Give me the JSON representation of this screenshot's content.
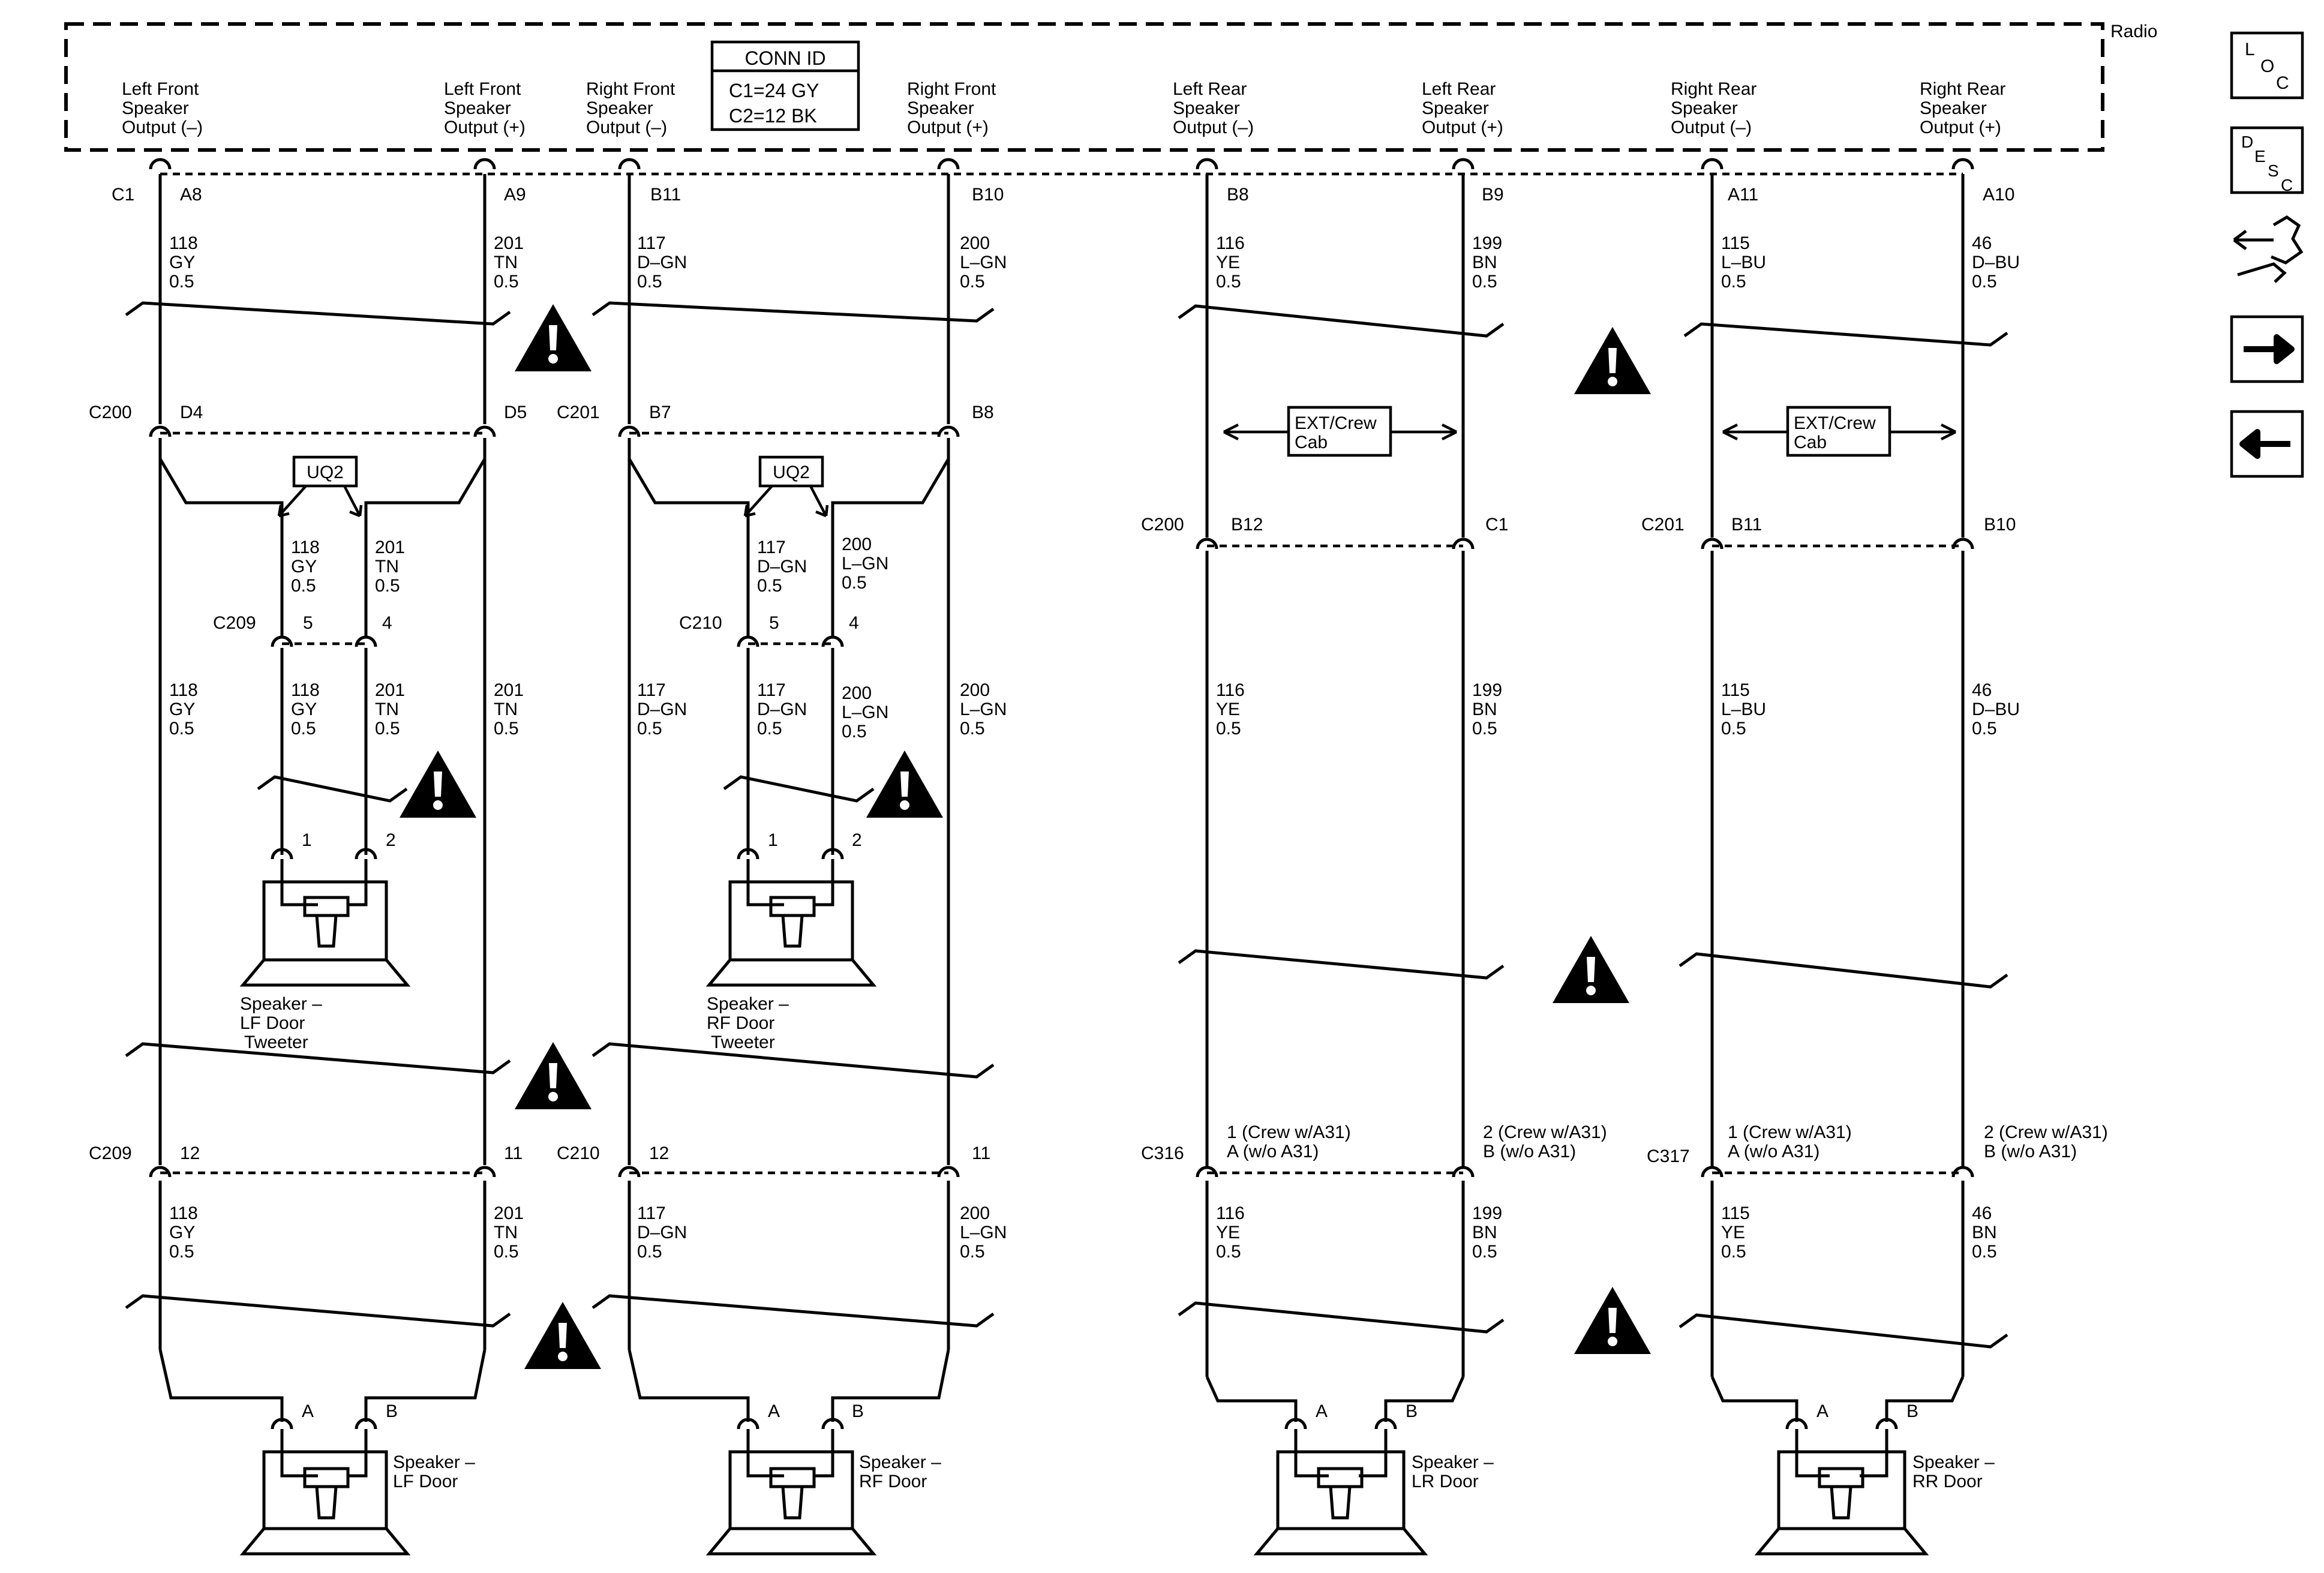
{
  "radio_label": "Radio",
  "conn_id": {
    "title": "CONN ID",
    "line1": "C1=24 GY",
    "line2": "C2=12 BK"
  },
  "radio_outputs": [
    {
      "l1": "Left Front",
      "l2": "Speaker",
      "l3": "Output (–)"
    },
    {
      "l1": "Left Front",
      "l2": "Speaker",
      "l3": "Output (+)"
    },
    {
      "l1": "Right Front",
      "l2": "Speaker",
      "l3": "Output (–)"
    },
    {
      "l1": "Right Front",
      "l2": "Speaker",
      "l3": "Output (+)"
    },
    {
      "l1": "Left Rear",
      "l2": "Speaker",
      "l3": "Output (–)"
    },
    {
      "l1": "Left Rear",
      "l2": "Speaker",
      "l3": "Output (+)"
    },
    {
      "l1": "Right Rear",
      "l2": "Speaker",
      "l3": "Output (–)"
    },
    {
      "l1": "Right Rear",
      "l2": "Speaker",
      "l3": "Output (+)"
    }
  ],
  "radio_conn": {
    "name": "C1",
    "pins": [
      "A8",
      "A9",
      "B11",
      "B10",
      "B8",
      "B9",
      "A11",
      "A10"
    ]
  },
  "wires_top": [
    {
      "c": "118",
      "k": "GY",
      "g": "0.5"
    },
    {
      "c": "201",
      "k": "TN",
      "g": "0.5"
    },
    {
      "c": "117",
      "k": "D–GN",
      "g": "0.5"
    },
    {
      "c": "200",
      "k": "L–GN",
      "g": "0.5"
    },
    {
      "c": "116",
      "k": "YE",
      "g": "0.5"
    },
    {
      "c": "199",
      "k": "BN",
      "g": "0.5"
    },
    {
      "c": "115",
      "k": "L–BU",
      "g": "0.5"
    },
    {
      "c": "46",
      "k": "D–BU",
      "g": "0.5"
    }
  ],
  "front_conn": [
    {
      "name": "C200",
      "p1": "D4",
      "p2": "D5"
    },
    {
      "name": "C201",
      "p1": "B7",
      "p2": "B8"
    }
  ],
  "uq2": "UQ2",
  "ext_crew": {
    "l1": "EXT/Crew",
    "l2": "Cab"
  },
  "rear_conn": [
    {
      "name": "C200",
      "p1": "B12",
      "p2": "C1"
    },
    {
      "name": "C201",
      "p1": "B11",
      "p2": "B10"
    }
  ],
  "branch_wires": [
    {
      "c": "118",
      "k": "GY",
      "g": "0.5"
    },
    {
      "c": "201",
      "k": "TN",
      "g": "0.5"
    },
    {
      "c": "117",
      "k": "D–GN",
      "g": "0.5"
    },
    {
      "c": "200",
      "k": "L–GN",
      "g": "0.5"
    }
  ],
  "tweeter_conn": [
    {
      "name": "C209",
      "p1": "5",
      "p2": "4"
    },
    {
      "name": "C210",
      "p1": "5",
      "p2": "4"
    }
  ],
  "wires_mid_front": [
    {
      "c": "118",
      "k": "GY",
      "g": "0.5"
    },
    {
      "c": "118",
      "k": "GY",
      "g": "0.5"
    },
    {
      "c": "201",
      "k": "TN",
      "g": "0.5"
    },
    {
      "c": "201",
      "k": "TN",
      "g": "0.5"
    },
    {
      "c": "117",
      "k": "D–GN",
      "g": "0.5"
    },
    {
      "c": "117",
      "k": "D–GN",
      "g": "0.5"
    },
    {
      "c": "200",
      "k": "L–GN",
      "g": "0.5"
    },
    {
      "c": "200",
      "k": "L–GN",
      "g": "0.5"
    }
  ],
  "wires_mid_rear": [
    {
      "c": "116",
      "k": "YE",
      "g": "0.5"
    },
    {
      "c": "199",
      "k": "BN",
      "g": "0.5"
    },
    {
      "c": "115",
      "k": "L–BU",
      "g": "0.5"
    },
    {
      "c": "46",
      "k": "D–BU",
      "g": "0.5"
    }
  ],
  "tweeter_pins": [
    "1",
    "2"
  ],
  "tweeters": [
    {
      "l1": "Speaker –",
      "l2": "LF Door",
      "l3": "Tweeter"
    },
    {
      "l1": "Speaker –",
      "l2": "RF Door",
      "l3": "Tweeter"
    }
  ],
  "lower_front_conn": [
    {
      "name": "C209",
      "p1": "12",
      "p2": "11"
    },
    {
      "name": "C210",
      "p1": "12",
      "p2": "11"
    }
  ],
  "lower_rear_conn": [
    {
      "name": "C316",
      "p1a": "1 (Crew w/A31)",
      "p1b": "A (w/o A31)",
      "p2a": "2 (Crew w/A31)",
      "p2b": "B (w/o A31)"
    },
    {
      "name": "C317",
      "p1a": "1 (Crew w/A31)",
      "p1b": "A (w/o A31)",
      "p2a": "2 (Crew w/A31)",
      "p2b": "B (w/o A31)"
    }
  ],
  "wires_bottom": [
    {
      "c": "118",
      "k": "GY",
      "g": "0.5"
    },
    {
      "c": "201",
      "k": "TN",
      "g": "0.5"
    },
    {
      "c": "117",
      "k": "D–GN",
      "g": "0.5"
    },
    {
      "c": "200",
      "k": "L–GN",
      "g": "0.5"
    },
    {
      "c": "116",
      "k": "YE",
      "g": "0.5"
    },
    {
      "c": "199",
      "k": "BN",
      "g": "0.5"
    },
    {
      "c": "115",
      "k": "YE",
      "g": "0.5"
    },
    {
      "c": "46",
      "k": "BN",
      "g": "0.5"
    }
  ],
  "speaker_pins": [
    "A",
    "B"
  ],
  "speakers": [
    {
      "l1": "Speaker –",
      "l2": "LF Door"
    },
    {
      "l1": "Speaker –",
      "l2": "RF Door"
    },
    {
      "l1": "Speaker –",
      "l2": "LR Door"
    },
    {
      "l1": "Speaker –",
      "l2": "RR Door"
    }
  ],
  "side_icons": {
    "loc": [
      "L",
      "O",
      "C"
    ],
    "desc": [
      "D",
      "E",
      "S",
      "C"
    ]
  }
}
